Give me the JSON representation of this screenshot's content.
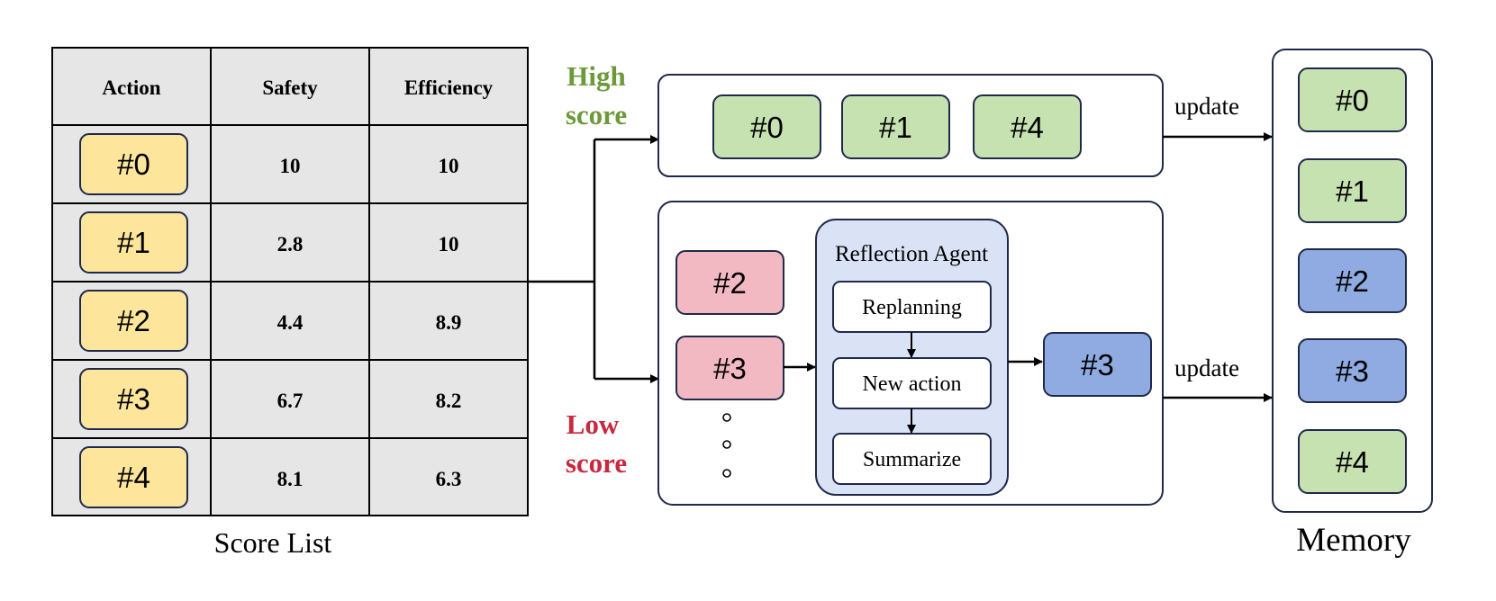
{
  "score_list": {
    "caption": "Score List",
    "headers": [
      "Action",
      "Safety",
      "Efficiency"
    ],
    "rows": [
      {
        "action": "#0",
        "safety": "10",
        "efficiency": "10"
      },
      {
        "action": "#1",
        "safety": "2.8",
        "efficiency": "10"
      },
      {
        "action": "#2",
        "safety": "4.4",
        "efficiency": "8.9"
      },
      {
        "action": "#3",
        "safety": "6.7",
        "efficiency": "8.2"
      },
      {
        "action": "#4",
        "safety": "8.1",
        "efficiency": "6.3"
      }
    ]
  },
  "high_score": {
    "label_line1": "High",
    "label_line2": "score",
    "actions": [
      "#0",
      "#1",
      "#4"
    ],
    "update_label": "update"
  },
  "low_score": {
    "label_line1": "Low",
    "label_line2": "score",
    "actions": [
      "#2",
      "#3"
    ],
    "reflection_agent": {
      "title": "Reflection Agent",
      "steps": [
        "Replanning",
        "New action",
        "Summarize"
      ]
    },
    "output_action": "#3",
    "update_label": "update"
  },
  "memory": {
    "caption": "Memory",
    "items": [
      "#0",
      "#1",
      "#2",
      "#3",
      "#4"
    ]
  },
  "colors": {
    "yellow_chip": "#fde59b",
    "green_chip": "#c6e2b1",
    "red_chip": "#f3b9c3",
    "blue_chip": "#8fabe1",
    "table_fill": "#e6e6e6",
    "reflection_fill": "#dae3f5",
    "border_navy": "#1f2a4a",
    "high_score_text": "#6c9a3a",
    "low_score_text": "#c8293e"
  }
}
